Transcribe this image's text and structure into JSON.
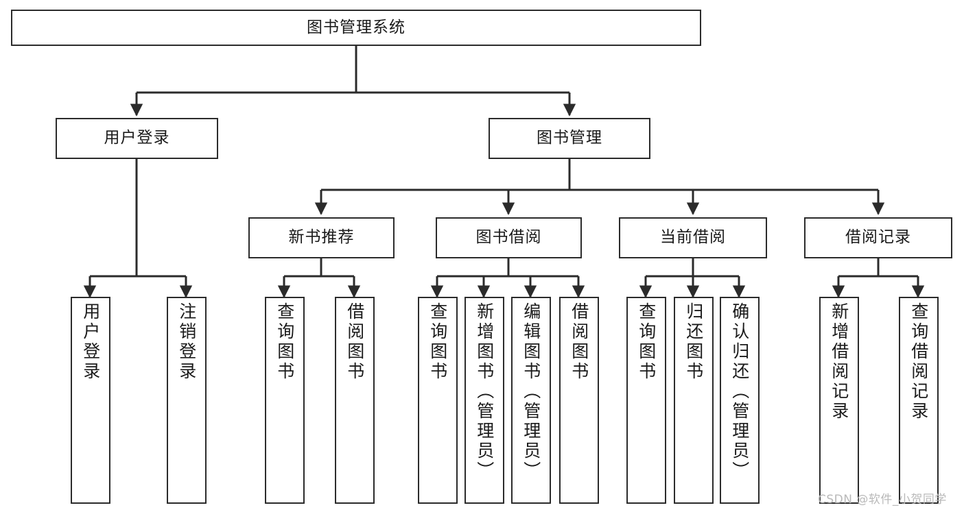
{
  "diagram": {
    "title": "图书管理系统",
    "type": "hierarchy-tree",
    "watermark": "CSDN @软件_小贺同学",
    "colors": {
      "stroke": "#2b2b2b",
      "fill": "#ffffff",
      "text": "#1a1a1a",
      "watermark": "#b9b9b9"
    },
    "nodes": {
      "root": {
        "label": "图书管理系统"
      },
      "level1": [
        {
          "id": "user-login",
          "label": "用户登录"
        },
        {
          "id": "book-manage",
          "label": "图书管理"
        }
      ],
      "level2": [
        {
          "id": "new-book-rec",
          "label": "新书推荐"
        },
        {
          "id": "book-borrow",
          "label": "图书借阅"
        },
        {
          "id": "current-borrow",
          "label": "当前借阅"
        },
        {
          "id": "borrow-record",
          "label": "借阅记录"
        }
      ],
      "leaves": [
        {
          "id": "leaf-user-login",
          "label": "用户登录"
        },
        {
          "id": "leaf-user-logout",
          "label": "注销登录"
        },
        {
          "id": "leaf-query-book-1",
          "label": "查询图书"
        },
        {
          "id": "leaf-borrow-book-1",
          "label": "借阅图书"
        },
        {
          "id": "leaf-query-book-2",
          "label": "查询图书"
        },
        {
          "id": "leaf-add-book",
          "label": "新增图书（管理员）"
        },
        {
          "id": "leaf-edit-book",
          "label": "编辑图书（管理员）"
        },
        {
          "id": "leaf-borrow-book-2",
          "label": "借阅图书"
        },
        {
          "id": "leaf-query-book-3",
          "label": "查询图书"
        },
        {
          "id": "leaf-return-book",
          "label": "归还图书"
        },
        {
          "id": "leaf-confirm-return",
          "label": "确认归还（管理员）"
        },
        {
          "id": "leaf-add-record",
          "label": "新增借阅记录"
        },
        {
          "id": "leaf-query-record",
          "label": "查询借阅记录"
        }
      ]
    }
  }
}
